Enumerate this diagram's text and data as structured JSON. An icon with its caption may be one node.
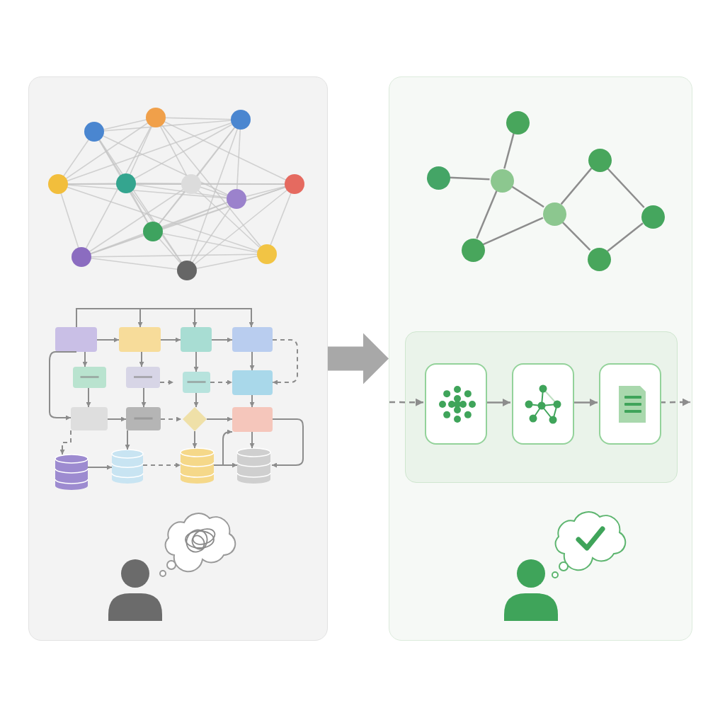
{
  "diagram": {
    "nodes": [
      {
        "text": [],
        "shape": "box"
      },
      {
        "text": [],
        "shape": "box"
      },
      {
        "text": [],
        "shape": "circle",
        "in": 1
      },
      {
        "text": [],
        "shape": "circle",
        "in": 1
      },
      {
        "text": [],
        "shape": "circle",
        "in": 1
      },
      {
        "text": [],
        "shape": "circle",
        "in": 1
      },
      {
        "text": [],
        "shape": "circle",
        "in": 1
      },
      {
        "text": [],
        "shape": "circle",
        "in": 1
      },
      {
        "text": [],
        "shape": "circle",
        "in": 1
      },
      {
        "text": [],
        "shape": "circle",
        "in": 1
      },
      {
        "text": [],
        "shape": "box",
        "in": 1
      },
      {
        "text": [],
        "shape": "box",
        "in": 10
      },
      {
        "text": [],
        "shape": "box",
        "in": 10
      },
      {
        "text": [],
        "shape": "box",
        "in": 10
      }
    ],
    "edges": [
      {
        "from": 0,
        "to": 1,
        "arrow": "to",
        "style": "thick"
      },
      {
        "from": 2,
        "to": 5,
        "arrow": "none"
      },
      {
        "from": 4,
        "to": 5,
        "arrow": "none"
      },
      {
        "from": 5,
        "to": 8,
        "arrow": "none"
      },
      {
        "from": 5,
        "to": 6,
        "arrow": "none"
      },
      {
        "from": 8,
        "to": 6,
        "arrow": "none"
      },
      {
        "from": 6,
        "to": 3,
        "arrow": "none"
      },
      {
        "from": 3,
        "to": 7,
        "arrow": "none"
      },
      {
        "from": 7,
        "to": 9,
        "arrow": "none"
      },
      {
        "from": 9,
        "to": 6,
        "arrow": "none"
      },
      {
        "from": null,
        "to": 11,
        "arrow": "to",
        "style": "dashed"
      },
      {
        "from": 11,
        "to": 12,
        "arrow": "to"
      },
      {
        "from": 12,
        "to": 13,
        "arrow": "to"
      },
      {
        "from": 13,
        "to": null,
        "arrow": "to",
        "style": "dashed"
      }
    ]
  }
}
